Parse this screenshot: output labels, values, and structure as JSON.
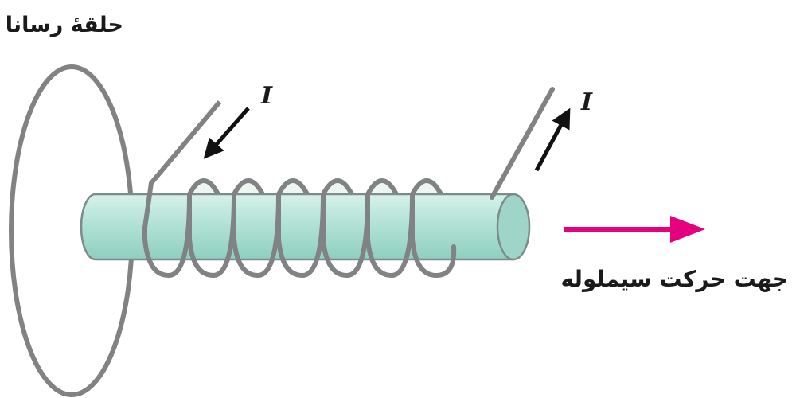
{
  "labels": {
    "ring": "حلقهٔ رسانا",
    "direction": "جهت حرکت سیملوله",
    "current_in": "I",
    "current_out": "I"
  },
  "colors": {
    "wire": "#808283",
    "rod_fill": "#b6e3d9",
    "rod_end": "#9fd5c8",
    "rod_outline": "#7c8c88",
    "arrow_motion": "#e5007e",
    "arrow_current": "#111111"
  }
}
